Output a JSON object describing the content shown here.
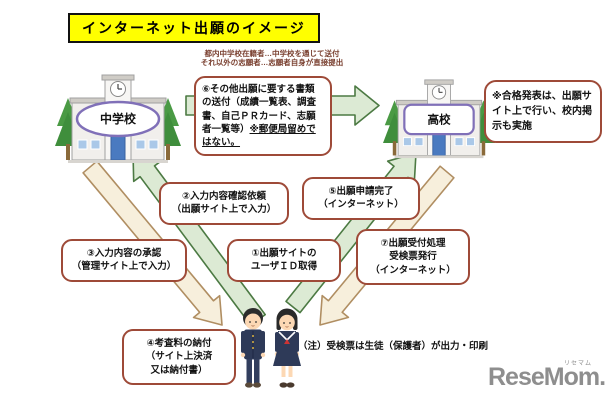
{
  "title": "インターネット出願のイメージ",
  "top_caption": "都内中学校在籍者…中学校を通じて送付\nそれ以外の志願者…志願者自身が直接提出",
  "schools": {
    "junior_high": "中学校",
    "high_school": "高校"
  },
  "flow": {
    "step1": "①出願サイトの\nユーザＩＤ取得",
    "step2": "②入力内容確認依頼\n（出願サイト上で入力）",
    "step3": "③入力内容の承認\n（管理サイト上で入力）",
    "step4": "④考査料の納付\n（サイト上決済\n又は納付書）",
    "step5": "⑤出願申請完了\n（インターネット）",
    "step6_main": "⑥その他出願に要する書類の送付（成績一覧表、調査書、自己ＰＲカード、志願者一覧等）",
    "step6_emphasis": "※郵便局留めではない。",
    "step7": "⑦出願受付処理\n受検票発行\n（インターネット）"
  },
  "notes": {
    "pass_pre": "※合格発表は、",
    "pass_bold": "出願サイト上",
    "pass_post": "で行い、校内掲示も実施",
    "bottom": "（注）受検票は生徒（保護者）が出力・印刷"
  },
  "logo": {
    "text": "ReseMom.",
    "ruby": "リセマム"
  },
  "colors": {
    "title_bg": "#ffff00",
    "box_border": "#9e4a38",
    "green_arrow_fill": "#dcead4",
    "green_arrow_stroke": "#4c7a43",
    "beige_arrow_fill": "#f7efdc",
    "beige_arrow_stroke": "#b08e62",
    "caption_text": "#7a4030",
    "school_label_border": "#8070b8"
  }
}
